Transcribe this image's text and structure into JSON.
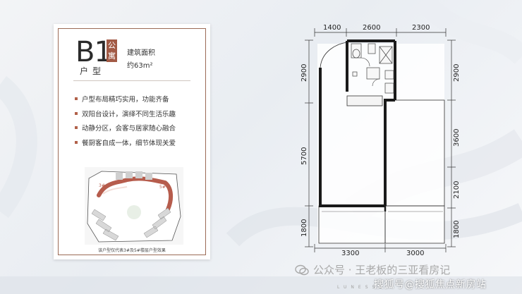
{
  "card": {
    "unit_code": "B1",
    "unit_tag": [
      "公",
      "寓"
    ],
    "unit_type": "户型",
    "area_label": "建筑面积",
    "area_value": "约63m²",
    "features": [
      "户型布局精巧实用，功能齐备",
      "双阳台设计，演绎不同生活乐趣",
      "动静分区，会客与居家随心融合",
      "餐厨客自成一体，细节体现关爱"
    ],
    "site_labels": [
      "3#",
      "5#"
    ],
    "caption": "该户型仅代表3#及5#楼层户型效果"
  },
  "floorplan": {
    "top_dims": [
      "1400",
      "2600",
      "2300"
    ],
    "left_dims": [
      "2900",
      "5700",
      "1800"
    ],
    "right_dims": [
      "2900",
      "3600",
      "2100",
      "1800"
    ],
    "bottom_dims": [
      "3300",
      "3000"
    ]
  },
  "watermark": {
    "text": "公众号 · 王老板的三亚看房记"
  },
  "source": "搜狐号@搜狐焦点新房站",
  "brand": "LUNESSE",
  "colors": {
    "accent": "#a25a45",
    "border": "#9b6a55",
    "wall": "#1a1a1a"
  }
}
